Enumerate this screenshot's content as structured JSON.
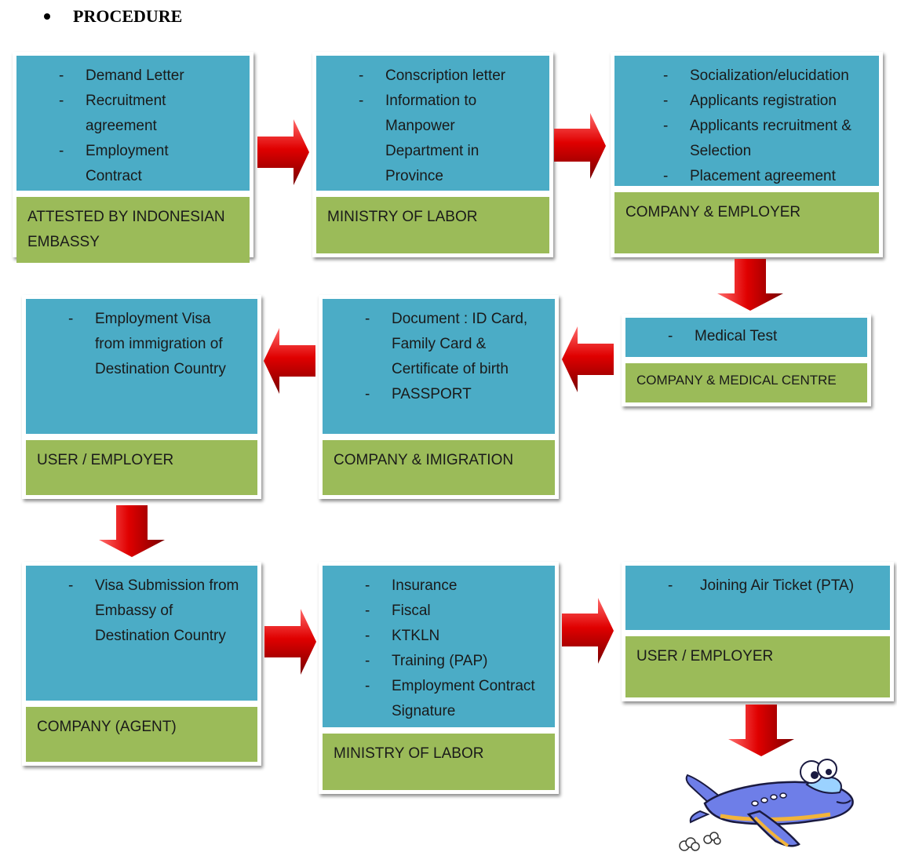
{
  "heading": "PROCEDURE",
  "steps": [
    {
      "items": [
        "Demand Letter",
        "Recruitment agreement",
        "Employment Contract"
      ],
      "label": "ATTESTED BY INDONESIAN EMBASSY"
    },
    {
      "items": [
        "Conscription letter",
        "Information to Manpower Department in Province"
      ],
      "label": "MINISTRY OF LABOR"
    },
    {
      "items": [
        "Socialization/elucidation",
        "Applicants registration",
        "Applicants recruitment & Selection",
        "Placement agreement"
      ],
      "label": "COMPANY & EMPLOYER"
    },
    {
      "items": [
        "Medical Test"
      ],
      "label": "COMPANY & MEDICAL CENTRE"
    },
    {
      "items": [
        "Document : ID Card, Family Card & Certificate of birth",
        "PASSPORT"
      ],
      "label": "COMPANY & IMIGRATION"
    },
    {
      "items": [
        "Employment Visa from immigration of Destination Country"
      ],
      "label": "USER / EMPLOYER"
    },
    {
      "items": [
        "Visa Submission from Embassy of Destination Country"
      ],
      "label": "COMPANY (AGENT)"
    },
    {
      "items": [
        "Insurance",
        "Fiscal",
        "KTKLN",
        "Training (PAP)",
        "Employment Contract Signature"
      ],
      "label": "MINISTRY OF LABOR"
    },
    {
      "items": [
        "Joining Air Ticket (PTA)"
      ],
      "label": "USER / EMPLOYER"
    }
  ],
  "colors": {
    "list_fill": "#4BACC6",
    "label_fill": "#9BBB59",
    "arrow": "#D40000",
    "plane": "#6E7EE8"
  },
  "icons": {
    "flow_arrow": "red-block-arrow-icon",
    "end": "cartoon-airplane-icon"
  }
}
